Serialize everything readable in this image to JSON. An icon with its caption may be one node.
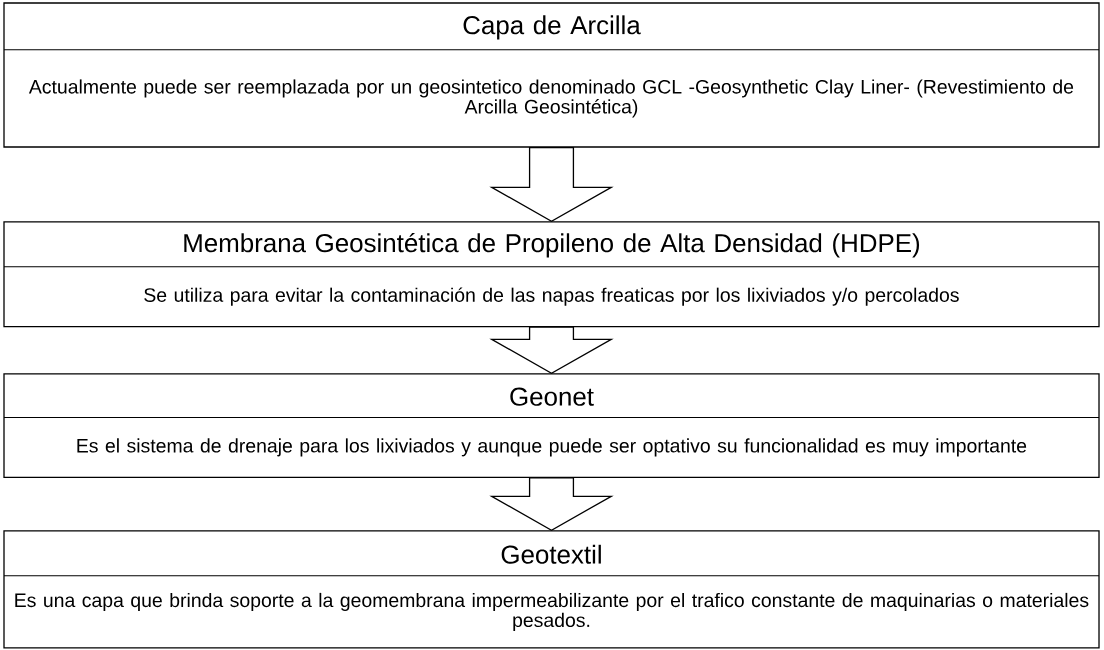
{
  "diagram": {
    "nodes": [
      {
        "text": [
          "Capa de Arcilla",
          "Actualmente puede ser reemplazada por un geosintetico denominado GCL -Geosynthetic Clay Liner- (Revestimiento de Arcilla Geosintética)"
        ]
      },
      {
        "text": [
          "Membrana Geosintética de Propileno de Alta Densidad (HDPE)",
          "Se utiliza para evitar la contaminación de las napas freaticas por los lixiviados y/o percolados"
        ]
      },
      {
        "text": [
          "Geonet",
          "Es el sistema de drenaje para los lixiviados  y aunque puede ser optativo su funcionalidad es muy importante"
        ]
      },
      {
        "text": [
          "Geotextil",
          "Es una capa que brinda soporte a la geomembrana impermeabilizante por el trafico constante de maquinarias o materiales pesados."
        ]
      }
    ],
    "edges": [
      {
        "from": 0,
        "to": 1,
        "arrow": "to"
      },
      {
        "from": 1,
        "to": 2,
        "arrow": "to"
      },
      {
        "from": 2,
        "to": 3,
        "arrow": "to"
      }
    ]
  }
}
